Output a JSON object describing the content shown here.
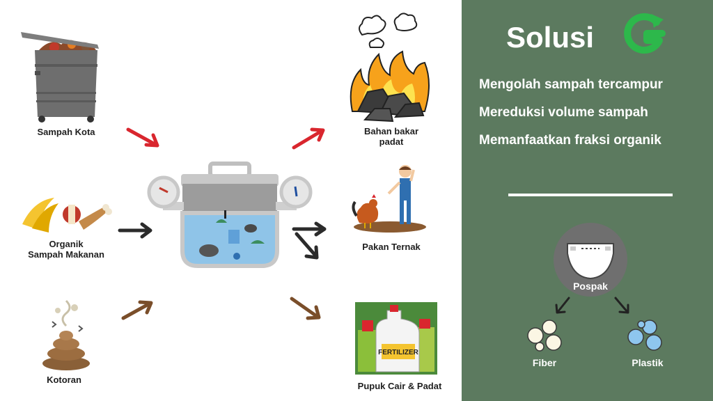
{
  "inputs": {
    "city_waste": "Sampah Kota",
    "organic_line1": "Organik",
    "organic_line2": "Sampah Makanan",
    "manure": "Kotoran"
  },
  "outputs": {
    "fuel_line1": "Bahan bakar",
    "fuel_line2": "padat",
    "feed": "Pakan Ternak",
    "fertilizer": "Pupuk Cair & Padat",
    "fertilizer_bottle_text": "FERTILIZER"
  },
  "solution": {
    "title": "Solusi",
    "points": [
      "Mengolah sampah tercampur",
      "Mereduksi volume sampah",
      "Memanfaatkan fraksi organik"
    ],
    "diaper_label": "Pospak",
    "fiber_label": "Fiber",
    "plastic_label": "Plastik"
  },
  "colors": {
    "panel_bg": "#5c7a5f",
    "arrow_red": "#d9262e",
    "arrow_dark": "#2b2b2b",
    "arrow_brown": "#7a4e2a",
    "logo_green": "#2db84b"
  }
}
